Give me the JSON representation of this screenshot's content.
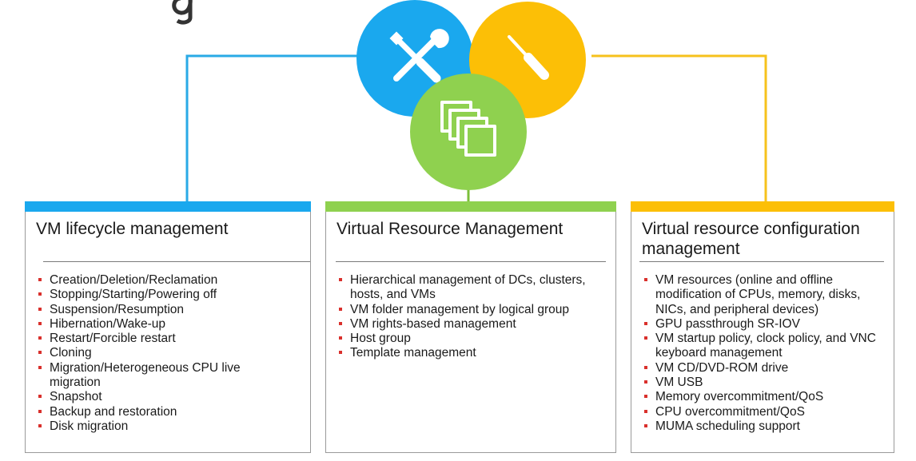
{
  "colors": {
    "blue": "#1aa8ee",
    "yellow": "#fcbf06",
    "green": "#8fd14f",
    "wire_blue": "#2aaae6",
    "wire_yellow": "#f6c21c",
    "wire_green": "#7bbf3a",
    "bullet": "#d9302c"
  },
  "icons": {
    "blue_circle": "tools-icon",
    "yellow_circle": "screwdriver-icon",
    "green_circle": "stacked-windows-icon"
  },
  "panels": [
    {
      "title": "VM lifecycle management",
      "items": [
        "Creation/Deletion/Reclamation",
        "Stopping/Starting/Powering  off",
        "Suspension/Resumption",
        "Hibernation/Wake-up",
        "Restart/Forcible restart",
        "Cloning",
        "Migration/Heterogeneous CPU live migration",
        "Snapshot",
        "Backup and restoration",
        "Disk migration"
      ]
    },
    {
      "title": "Virtual Resource Management",
      "items": [
        "Hierarchical management of DCs, clusters, hosts, and VMs",
        "VM folder management by logical group",
        "VM rights-based management",
        "Host group",
        "Template management"
      ]
    },
    {
      "title": "Virtual resource configuration management",
      "items": [
        "VM resources (online and offline modification of CPUs, memory, disks, NICs, and peripheral devices)",
        "GPU passthrough SR-IOV",
        "VM startup policy, clock policy, and VNC keyboard management",
        "VM CD/DVD-ROM drive",
        "VM USB",
        "Memory overcommitment/QoS",
        "CPU overcommitment/QoS",
        "MUMA scheduling support"
      ]
    }
  ]
}
